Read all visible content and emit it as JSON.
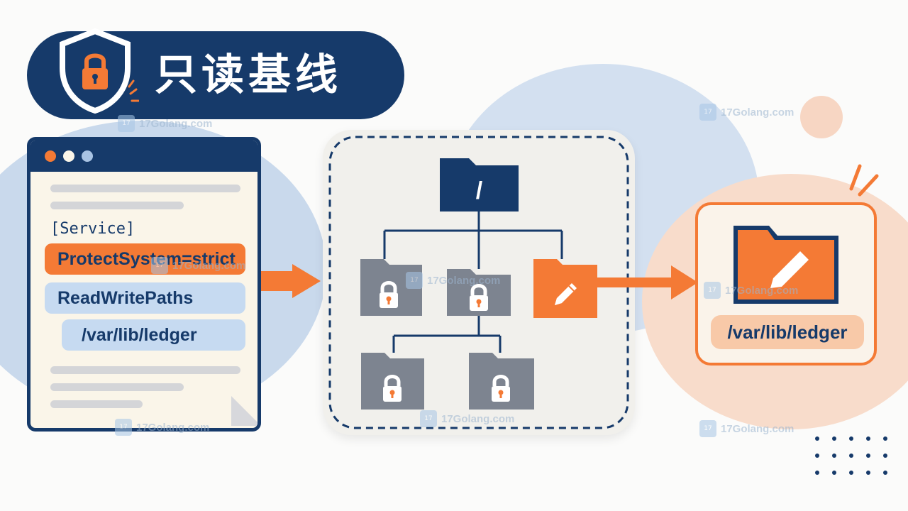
{
  "title": "只读基线",
  "config": {
    "section": "[Service]",
    "protect_line": "ProtectSystem=strict",
    "readwrite_label": "ReadWritePaths",
    "readwrite_path": "/var/lib/ledger"
  },
  "tree": {
    "root_label": "/",
    "locked_folder_icon": "lock-icon",
    "writable_folder_icon": "pencil-icon"
  },
  "target": {
    "path": "/var/lib/ledger"
  },
  "watermark": {
    "text": "17Golang.com",
    "logo": "17"
  },
  "colors": {
    "navy": "#163a6a",
    "orange": "#f47a35",
    "light_blue": "#c6daf1",
    "gray_folder": "#7d8490"
  }
}
